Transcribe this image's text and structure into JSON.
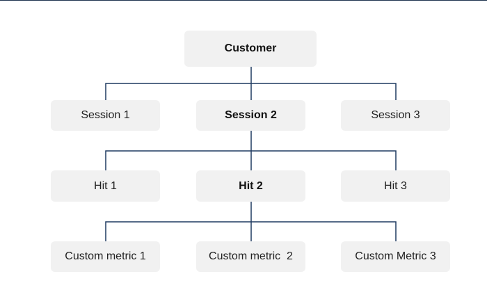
{
  "diagram": {
    "root": {
      "label": "Customer"
    },
    "sessions": [
      {
        "label": "Session 1"
      },
      {
        "label": "Session 2"
      },
      {
        "label": "Session 3"
      }
    ],
    "hits": [
      {
        "label": "Hit 1"
      },
      {
        "label": "Hit 2"
      },
      {
        "label": "Hit 3"
      }
    ],
    "metrics": [
      {
        "label": "Custom metric 1"
      },
      {
        "label": "Custom metric  2"
      },
      {
        "label": "Custom Metric 3"
      }
    ]
  }
}
